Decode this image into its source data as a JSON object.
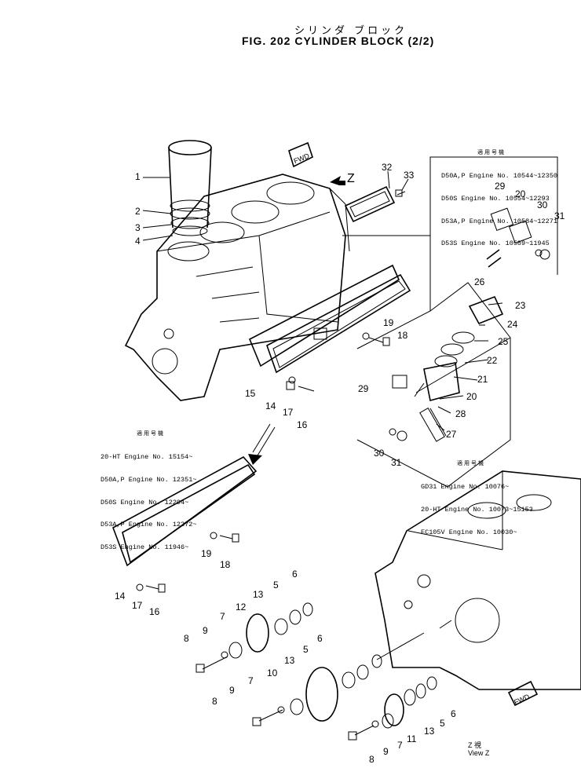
{
  "header": {
    "title_jp": "シリンダ ブロック",
    "title_en": "FIG. 202  CYLINDER  BLOCK  (2/2)"
  },
  "serial_blocks": [
    {
      "id": "top-right",
      "heading": "適用号機",
      "rows": [
        {
          "model": "D50A,P",
          "range": "Engine No. 10544~12350"
        },
        {
          "model": "D50S",
          "range": "Engine No. 10554~12293"
        },
        {
          "model": "D53A,P",
          "range": "Engine No. 10584~12271"
        },
        {
          "model": "D53S",
          "range": "Engine No. 10589~11945"
        }
      ]
    },
    {
      "id": "left",
      "heading": "適用号機",
      "rows": [
        {
          "model": "20-HT",
          "range": "Engine No. 15154~"
        },
        {
          "model": "D50A,P",
          "range": "Engine No. 12351~"
        },
        {
          "model": "D50S",
          "range": "Engine No. 12294~"
        },
        {
          "model": "D53A,P",
          "range": "Engine No. 12272~"
        },
        {
          "model": "D53S",
          "range": "Engine No. 11946~"
        }
      ]
    },
    {
      "id": "middle-right",
      "heading": "適用号機",
      "rows": [
        {
          "model": "GD31",
          "range": "Engine No. 10076~"
        },
        {
          "model": "20-HT",
          "range": "Engine No. 10073~15153"
        },
        {
          "model": "EC105V",
          "range": "Engine No. 10030~"
        }
      ]
    }
  ],
  "view_label": {
    "jp": "Z  視",
    "en": "View Z"
  },
  "direction_labels": {
    "fwd": "FWD",
    "z": "Z"
  },
  "callouts": [
    "1",
    "2",
    "3",
    "4",
    "32",
    "33",
    "29",
    "20",
    "30",
    "31",
    "26",
    "23",
    "24",
    "25",
    "22",
    "21",
    "20",
    "28",
    "27",
    "19",
    "18",
    "15",
    "14",
    "17",
    "16",
    "29",
    "30",
    "31",
    "19",
    "18",
    "14",
    "17",
    "16",
    "6",
    "5",
    "13",
    "12",
    "7",
    "9",
    "8",
    "6",
    "5",
    "13",
    "10",
    "7",
    "9",
    "8",
    "6",
    "5",
    "13",
    "11",
    "7",
    "9",
    "8"
  ]
}
